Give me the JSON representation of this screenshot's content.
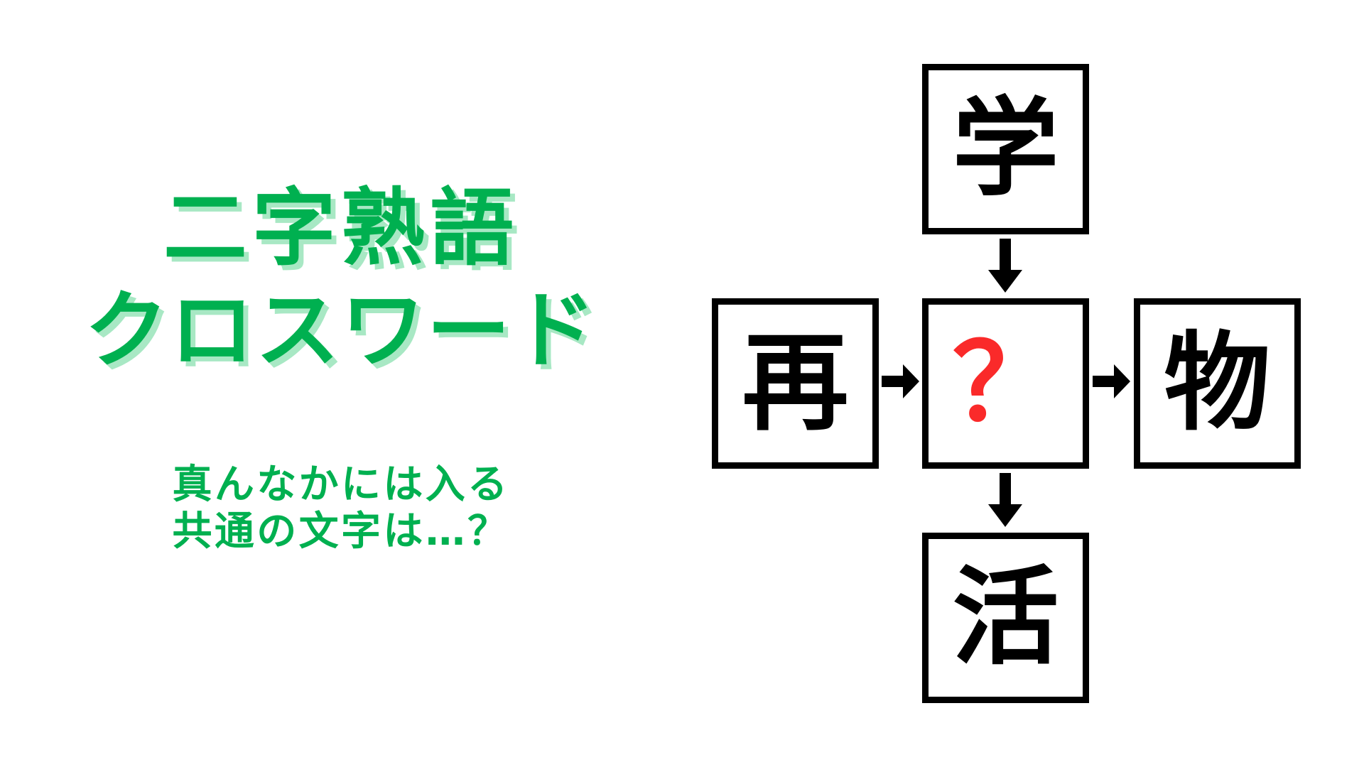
{
  "page": {
    "background_color": "#ffffff",
    "accent_green": "#00b050",
    "shadow_green": "#a8e8c4",
    "answer_red": "#fa2a2a",
    "box_border": "#000000"
  },
  "title": {
    "line1": "二字熟語",
    "line2": "クロスワード"
  },
  "subtitle": {
    "line1": "真んなかには入る",
    "line2": "共通の文字は…？"
  },
  "puzzle": {
    "cells": [
      {
        "id": "top",
        "character": "学",
        "position": "top",
        "is_answer": false
      },
      {
        "id": "left",
        "character": "再",
        "position": "left",
        "is_answer": false
      },
      {
        "id": "center",
        "character": "？",
        "position": "center",
        "is_answer": true
      },
      {
        "id": "right",
        "character": "物",
        "position": "right",
        "is_answer": false
      },
      {
        "id": "bottom",
        "character": "活",
        "position": "bottom",
        "is_answer": false
      }
    ],
    "arrows": [
      {
        "id": "top-to-center",
        "direction": "down",
        "from": "top",
        "to": "center"
      },
      {
        "id": "left-to-center",
        "direction": "right",
        "from": "left",
        "to": "center"
      },
      {
        "id": "center-to-right",
        "direction": "right",
        "from": "center",
        "to": "right"
      },
      {
        "id": "center-to-bottom",
        "direction": "down",
        "from": "center",
        "to": "bottom"
      }
    ]
  }
}
